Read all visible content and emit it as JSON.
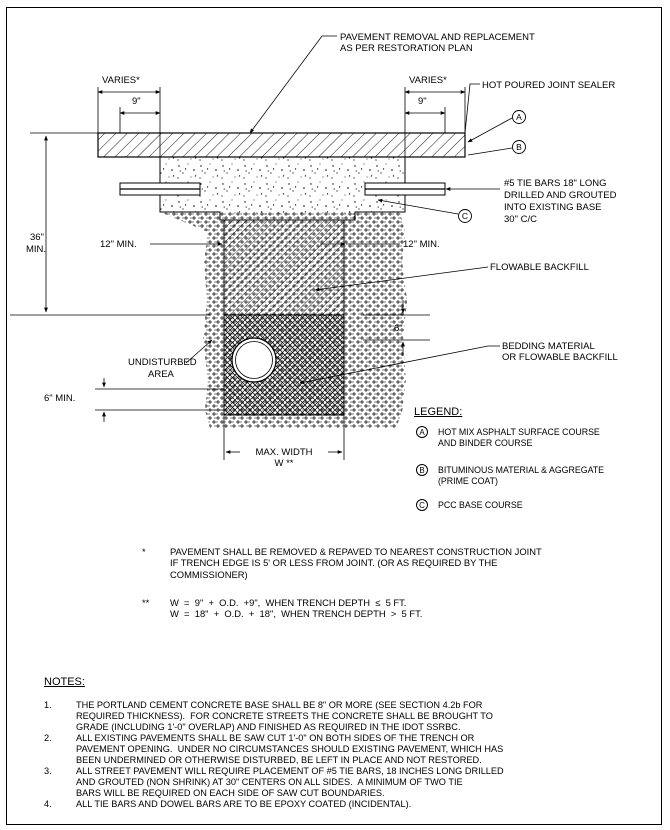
{
  "callouts": {
    "pavement_removal": [
      "PAVEMENT REMOVAL AND REPLACEMENT",
      "AS PER RESTORATION PLAN"
    ],
    "varies_left": "VARIES*",
    "varies_right": "VARIES*",
    "nine_left": "9\"",
    "nine_right": "9\"",
    "hot_poured": "HOT POURED JOINT SEALER",
    "tie_bars": [
      "#5 TIE BARS 18\" LONG",
      "DRILLED AND GROUTED",
      "INTO EXISTING BASE",
      "30\" C/C"
    ],
    "depth_36": [
      "36\"",
      "MIN."
    ],
    "twelve_left": "12\" MIN.",
    "twelve_right": "12\" MIN.",
    "flowable_backfill": "FLOWABLE BACKFILL",
    "six_inch": "6\"",
    "bedding": [
      "BEDDING MATERIAL",
      "OR FLOWABLE BACKFILL"
    ],
    "undisturbed": [
      "UNDISTURBED",
      "AREA"
    ],
    "six_min": "6\" MIN.",
    "max_width": [
      "MAX. WIDTH",
      "W **"
    ],
    "circle_a": "A",
    "circle_b": "B",
    "circle_c": "C"
  },
  "legend": {
    "title": "LEGEND:",
    "items": [
      {
        "mark": "A",
        "text": "HOT MIX ASPHALT SURFACE COURSE\nAND BINDER COURSE"
      },
      {
        "mark": "B",
        "text": "BITUMINOUS MATERIAL & AGGREGATE\n(PRIME COAT)"
      },
      {
        "mark": "C",
        "text": "PCC BASE COURSE"
      }
    ]
  },
  "footnotes": [
    {
      "mark": "*",
      "text": "PAVEMENT SHALL BE REMOVED & REPAVED TO NEAREST CONSTRUCTION JOINT\nIF TRENCH EDGE IS 5' OR LESS FROM JOINT. (OR AS REQUIRED BY THE\nCOMMISSIONER)"
    },
    {
      "mark": "**",
      "text": "W  =  9\"  +  O.D.  +9\",  WHEN TRENCH DEPTH  ≤  5 FT.\nW  =  18\"  +  O.D.  +  18\",  WHEN TRENCH DEPTH  >  5 FT."
    }
  ],
  "notes": {
    "title": "NOTES:",
    "items": [
      {
        "num": "1.",
        "text": "THE PORTLAND CEMENT CONCRETE BASE SHALL BE 8\" OR MORE (SEE SECTION 4.2b FOR\nREQUIRED THICKNESS).  FOR CONCRETE STREETS THE CONCRETE SHALL BE BROUGHT TO\nGRADE (INCLUDING 1'-0\" OVERLAP) AND FINISHED AS REQUIRED IN THE IDOT SSRBC."
      },
      {
        "num": "2.",
        "text": "ALL EXISTING PAVEMENTS SHALL BE SAW CUT 1'-0\" ON BOTH SIDES OF THE TRENCH OR\nPAVEMENT OPENING.  UNDER NO CIRCUMSTANCES SHOULD EXISTING PAVEMENT, WHICH HAS\nBEEN UNDERMINED OR OTHERWISE DISTURBED, BE LEFT IN PLACE AND NOT RESTORED."
      },
      {
        "num": "3.",
        "text": "ALL STREET PAVEMENT WILL REQUIRE PLACEMENT OF #5 TIE BARS, 18 INCHES LONG DRILLED\nAND GROUTED (NON SHRINK) AT 30\" CENTERS ON ALL SIDES.  A MINIMUM OF TWO TIE\nBARS WILL BE REQUIRED ON EACH SIDE OF SAW CUT BOUNDARIES."
      },
      {
        "num": "4.",
        "text": "ALL TIE BARS AND DOWEL BARS ARE TO BE EPOXY COATED (INCIDENTAL)."
      }
    ]
  }
}
